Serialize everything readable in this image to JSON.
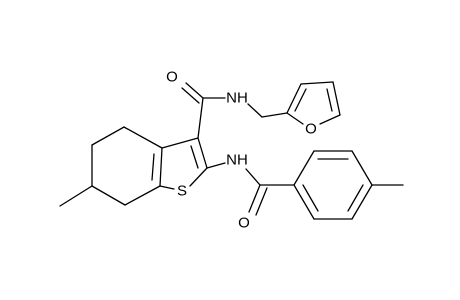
{
  "molecule": {
    "atom_labels": {
      "carbonyl_oxygen_top": "O",
      "amide_nh_top": "NH",
      "furan_oxygen": "O",
      "thiophene_sulfur": "S",
      "amide_nh_bottom": "NH",
      "carbonyl_oxygen_bottom": "O"
    },
    "colors": {
      "bond": "#000000",
      "label": "#000000",
      "background": "#ffffff"
    }
  }
}
